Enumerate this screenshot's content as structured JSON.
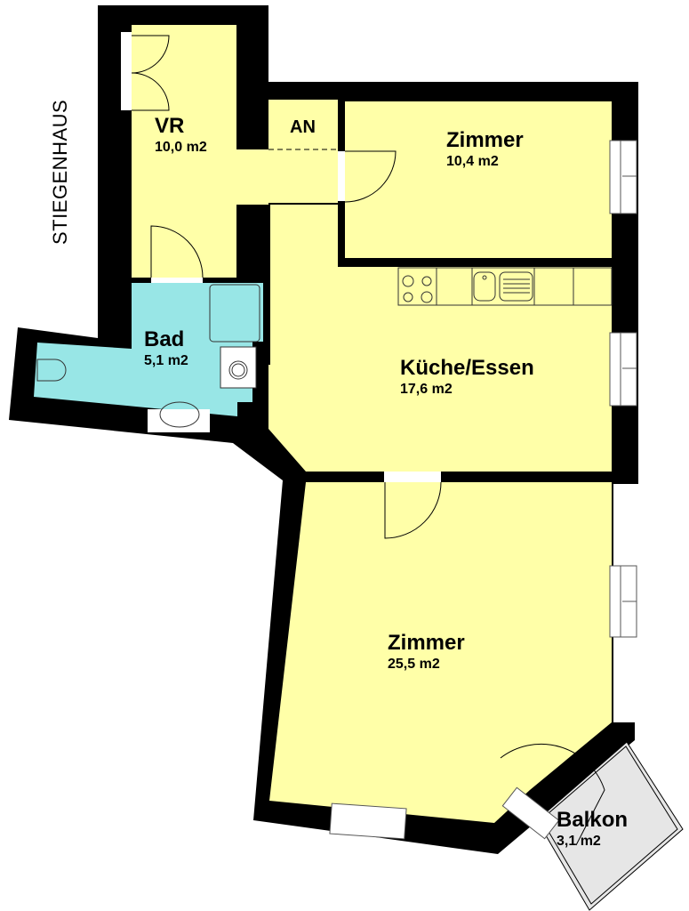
{
  "plan": {
    "colors": {
      "wall": "#000000",
      "living": "#ffffa8",
      "bath": "#98e6e6",
      "balcony": "#e6e6e6",
      "opening": "#ffffff"
    },
    "staircase_label": "STIEGENHAUS",
    "entrance_marker": "entrance-arrow"
  },
  "rooms": [
    {
      "id": "vr",
      "name": "VR",
      "area": "10,0 m2"
    },
    {
      "id": "an",
      "name": "AN",
      "area": ""
    },
    {
      "id": "zimmer1",
      "name": "Zimmer",
      "area": "10,4 m2"
    },
    {
      "id": "bad",
      "name": "Bad",
      "area": "5,1 m2"
    },
    {
      "id": "kueche",
      "name": "Küche/Essen",
      "area": "17,6 m2"
    },
    {
      "id": "zimmer2",
      "name": "Zimmer",
      "area": "25,5 m2"
    },
    {
      "id": "balkon",
      "name": "Balkon",
      "area": "3,1 m2"
    }
  ]
}
